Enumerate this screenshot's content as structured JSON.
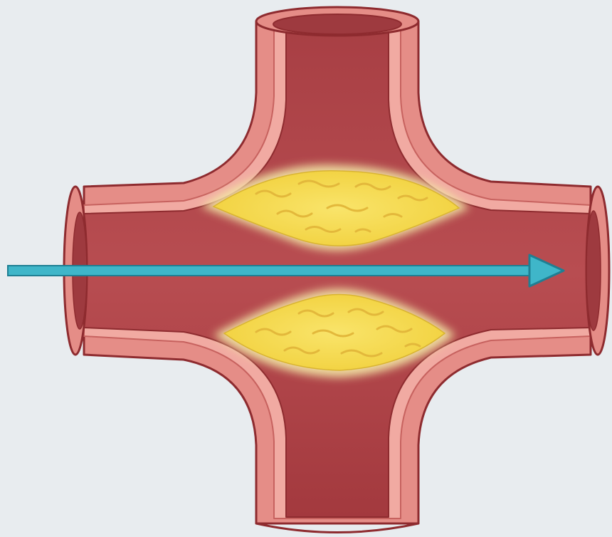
{
  "diagram": {
    "kind": "vessel-cross-section",
    "subject": "artery-with-plaque",
    "colors": {
      "background": "#e8ecef",
      "vessel_wall": "#e58d87",
      "vessel_wall_light": "#f1aaa2",
      "vessel_outline": "#8e2b2f",
      "lumen": "#b4494d",
      "lumen_dark": "#9e3a3f",
      "plaque": "#f6d94a",
      "plaque_glow": "#f3e7a6",
      "plaque_detail": "#e3b83b",
      "arrow": "#3fb6c9",
      "arrow_outline": "#1f7f93"
    },
    "icons": {
      "flow_arrow": "arrow-right-icon"
    },
    "plaques": [
      "upper-plaque",
      "lower-plaque"
    ],
    "flow_direction": "left-to-right"
  }
}
